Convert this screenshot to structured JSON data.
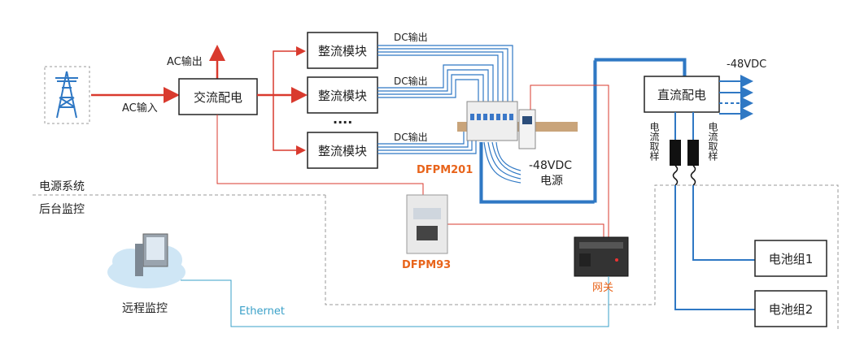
{
  "labels": {
    "ac_out": "AC输出",
    "ac_in": "AC输入",
    "ac_dist": "交流配电",
    "rectifier": "整流模块",
    "dots": "....",
    "dc_out": "DC输出",
    "dfpm201": "DFPM201",
    "vdc_line1": "-48VDC",
    "vdc_line2": "电源",
    "dc_dist": "直流配电",
    "out_48": "-48VDC",
    "sampling": "电流取样",
    "power_system": "电源系统",
    "backend": "后台监控",
    "dfpm93": "DFPM93",
    "gateway": "网关",
    "remote": "远程监控",
    "ethernet": "Ethernet",
    "battery1": "电池组1",
    "battery2": "电池组2"
  },
  "colors": {
    "red": "#d93a2e",
    "blue": "#2f78c4",
    "orange": "#e8641b",
    "cyan": "#3aa0c8"
  }
}
